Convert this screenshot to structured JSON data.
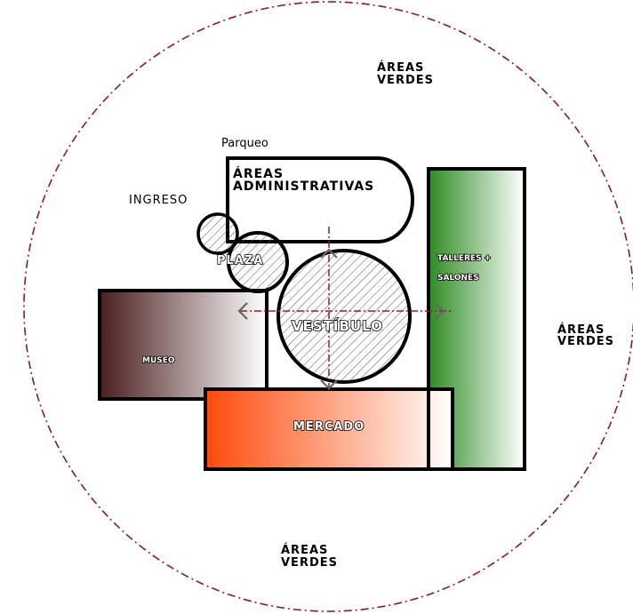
{
  "diagram": {
    "zones": {
      "green_top": "ÁREAS\nVERDES",
      "green_right": "ÁREAS\nVERDES",
      "green_bottom": "ÁREAS\nVERDES",
      "parking": "Parqueo",
      "entrance": "INGRESO",
      "admin": "ÁREAS\nADMINISTRATIVAS",
      "plaza": "PLAZA",
      "vestibule": "VESTÍBULO",
      "workshops": "TALLERES +\nSALONES",
      "museum": "MUSEO",
      "market": "MERCADO"
    },
    "colors": {
      "boundary": "#8b1a1a",
      "axis": "#9b1c1c",
      "museum_dark": "#4a1e1e",
      "market_orange": "#ff4a0a",
      "workshops_green": "#2e8b22",
      "hatch": "#555555",
      "outline": "#000000"
    }
  }
}
